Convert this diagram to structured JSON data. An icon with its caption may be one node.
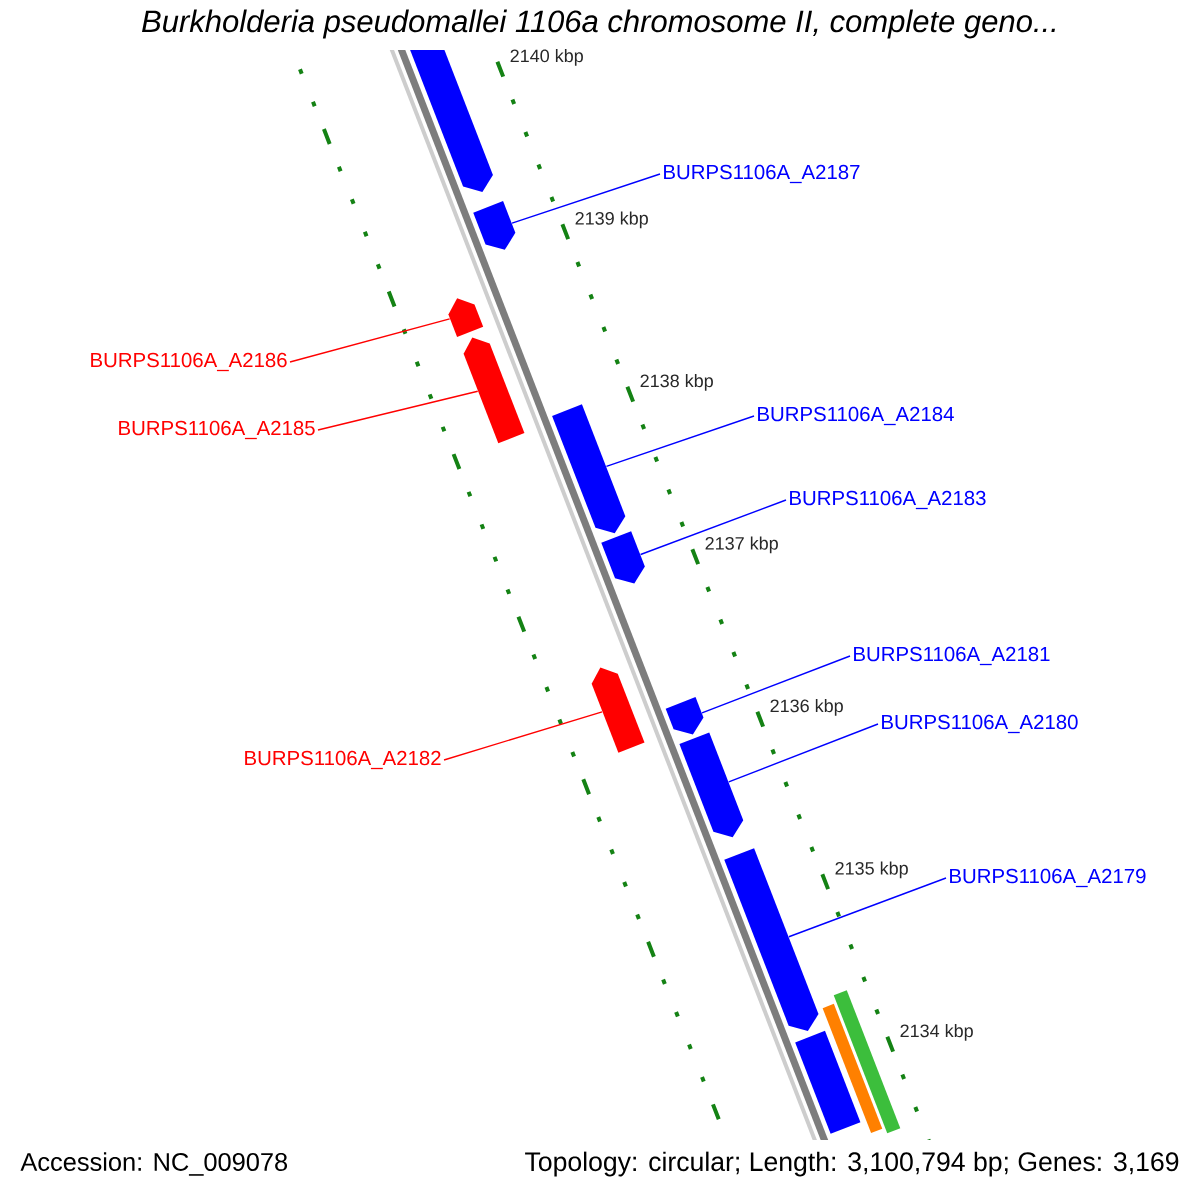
{
  "diagram": {
    "title": "Burkholderia pseudomallei 1106a chromosome II, complete geno...",
    "nodes": [
      {
        "text": [
          "BURPS1106A_A2187"
        ]
      },
      {
        "text": [
          "BURPS1106A_A2186"
        ]
      },
      {
        "text": [
          "BURPS1106A_A2184"
        ]
      },
      {
        "text": [
          "BURPS1106A_A2185"
        ]
      },
      {
        "text": [
          "BURPS1106A_A2183"
        ]
      },
      {
        "text": [
          "BURPS1106A_A2181"
        ]
      },
      {
        "text": [
          "BURPS1106A_A2180"
        ]
      },
      {
        "text": [
          "BURPS1106A_A2182"
        ]
      },
      {
        "text": [
          "BURPS1106A_A2179"
        ]
      },
      {
        "text": [],
        "shape": "bar"
      },
      {
        "text": [],
        "shape": "bar"
      },
      {
        "text": [],
        "shape": "bar"
      },
      {
        "text": [],
        "shape": "bar"
      },
      {
        "text": [],
        "shape": "bar"
      },
      {
        "text": [],
        "shape": "bar"
      },
      {
        "text": [],
        "shape": "bar"
      },
      {
        "text": [],
        "shape": "bar"
      },
      {
        "text": [],
        "shape": "bar"
      },
      {
        "text": [],
        "shape": "bar"
      },
      {
        "text": [],
        "shape": "bar"
      },
      {
        "text": [],
        "shape": "bar"
      },
      {
        "text": [],
        "shape": "bar"
      }
    ],
    "edges": [
      {
        "from": 0,
        "to": 10,
        "arrow": "none"
      },
      {
        "from": 1,
        "to": 11,
        "arrow": "none",
        "color": "#ff0000"
      },
      {
        "from": 2,
        "to": 13,
        "arrow": "none"
      },
      {
        "from": 3,
        "to": 12,
        "arrow": "none",
        "color": "#ff0000"
      },
      {
        "from": 4,
        "to": 14,
        "arrow": "none"
      },
      {
        "from": 5,
        "to": 16,
        "arrow": "none"
      },
      {
        "from": 6,
        "to": 17,
        "arrow": "none"
      },
      {
        "from": 7,
        "to": 15,
        "arrow": "none",
        "color": "#ff0000"
      },
      {
        "from": 8,
        "to": 18,
        "arrow": "none"
      }
    ],
    "labels": [
      "2140 kbp",
      "2139 kbp",
      "2138 kbp",
      "2137 kbp",
      "2136 kbp",
      "2135 kbp",
      "2134 kbp",
      "Accession: NC_009078",
      "Topology: circular; Length: 3,100,794 bp; Genes: 3,169"
    ]
  }
}
